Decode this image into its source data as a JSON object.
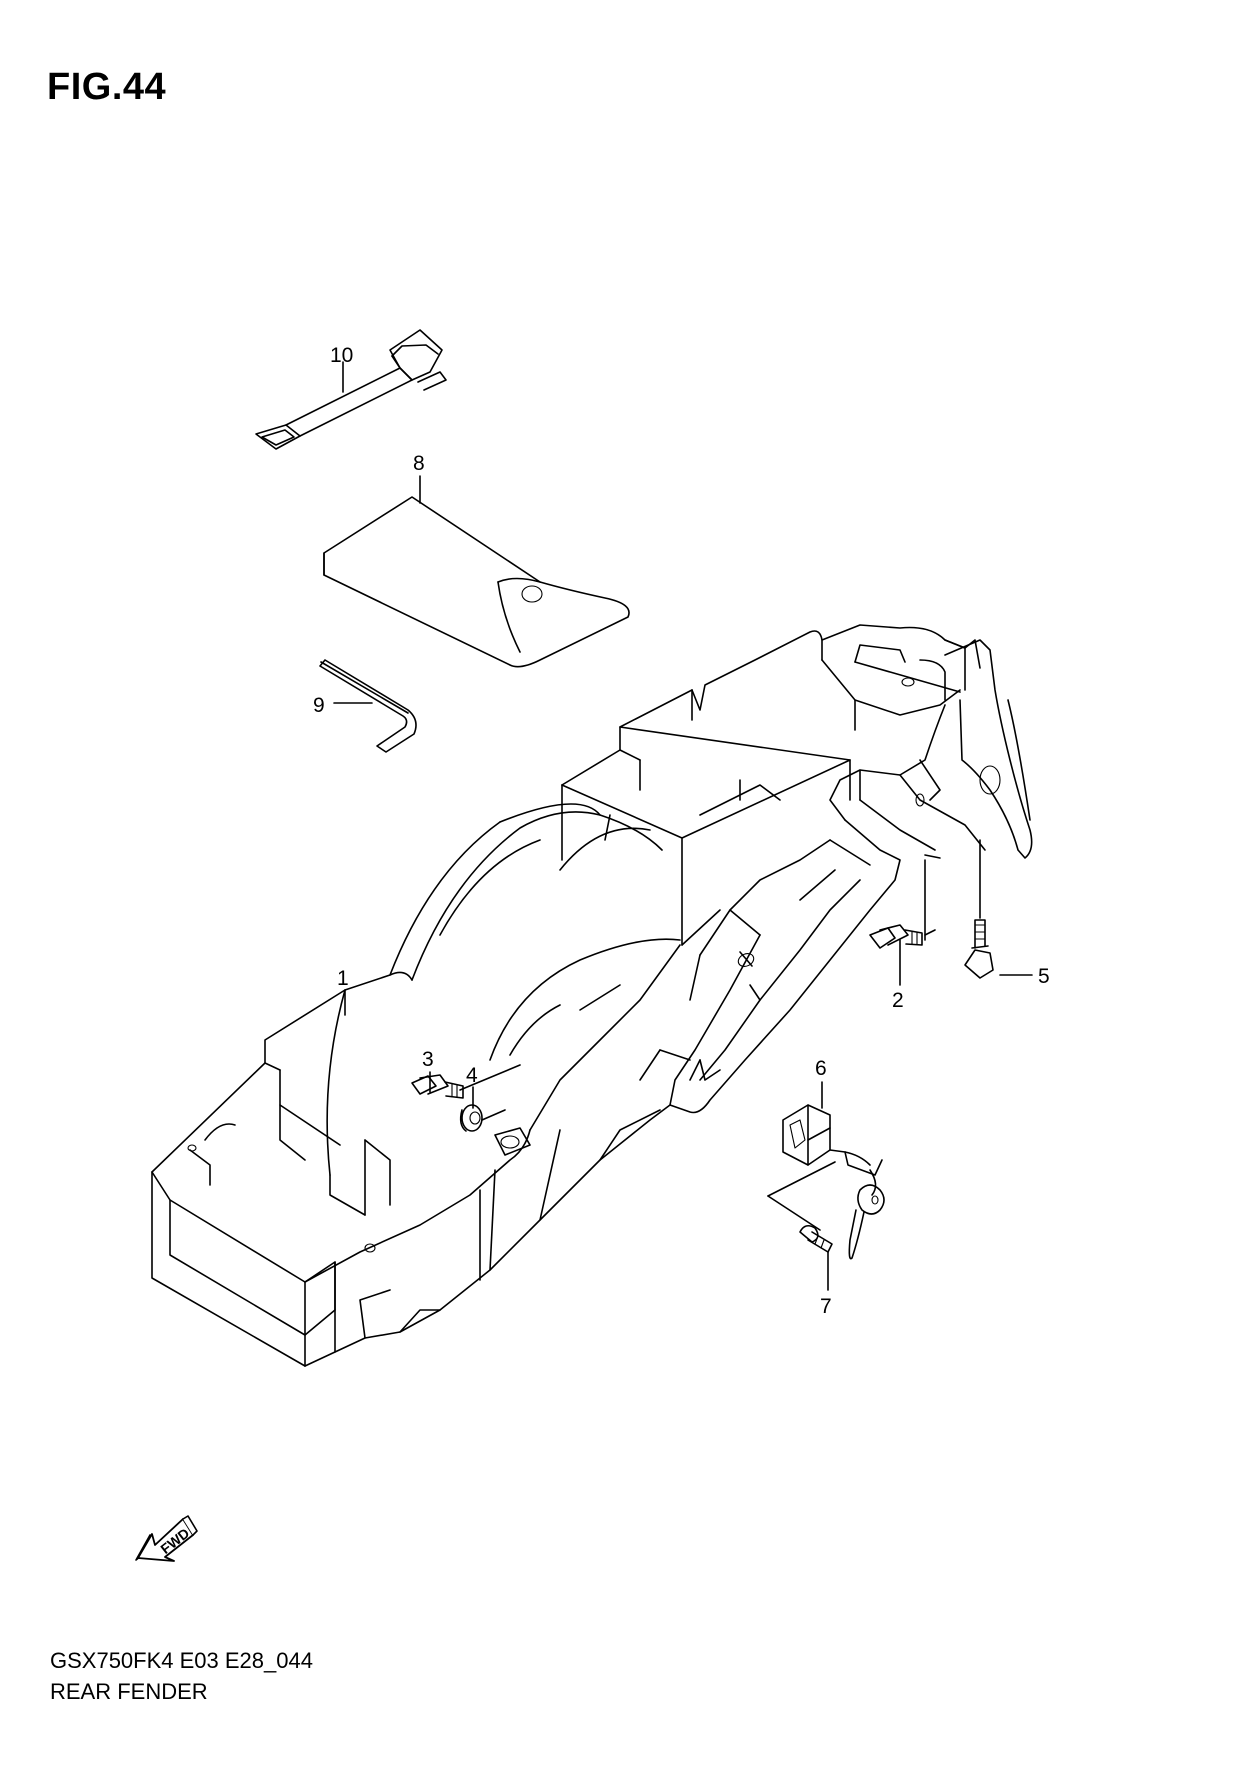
{
  "figure": {
    "title": "FIG.44"
  },
  "callouts": [
    {
      "id": "1",
      "label": "1"
    },
    {
      "id": "2",
      "label": "2"
    },
    {
      "id": "3",
      "label": "3"
    },
    {
      "id": "4",
      "label": "4"
    },
    {
      "id": "5",
      "label": "5"
    },
    {
      "id": "6",
      "label": "6"
    },
    {
      "id": "7",
      "label": "7"
    },
    {
      "id": "8",
      "label": "8"
    },
    {
      "id": "9",
      "label": "9"
    },
    {
      "id": "10",
      "label": "10"
    }
  ],
  "fwd_arrow": {
    "label": "FWD"
  },
  "footer": {
    "code": "GSX750FK4 E03 E28_044",
    "name": "REAR FENDER"
  }
}
